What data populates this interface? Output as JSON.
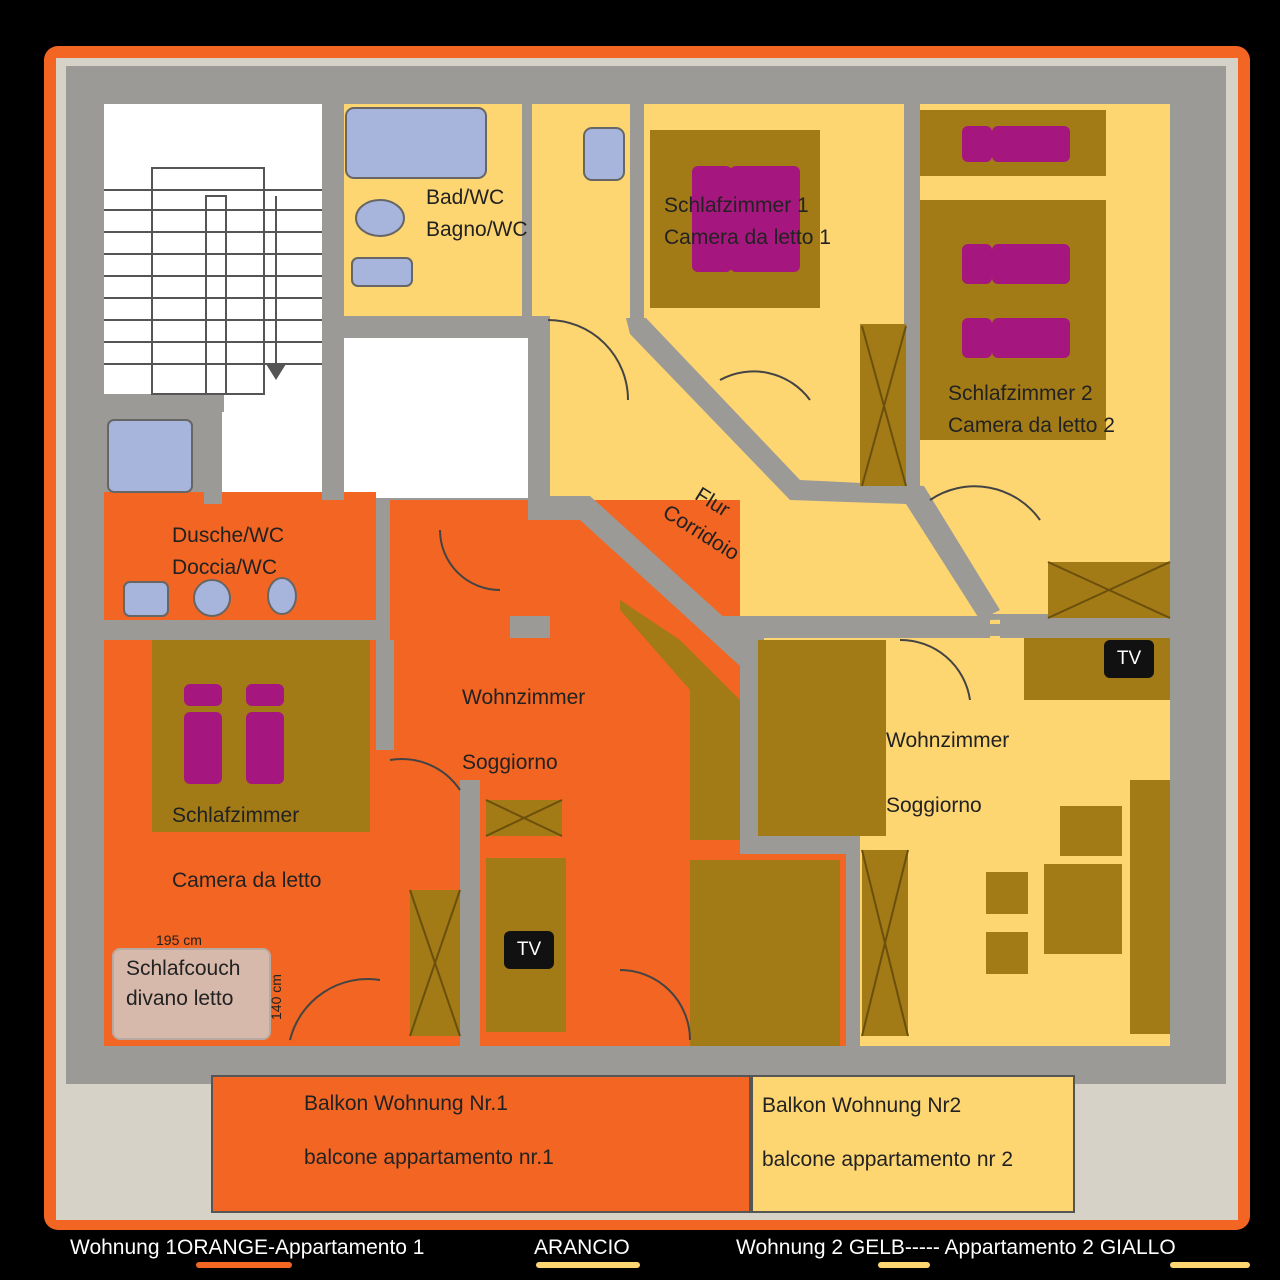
{
  "colors": {
    "wohnung1_orange": "#f26522",
    "wohnung2_yellow": "#fdd672",
    "furniture_brown": "#a27b16",
    "bed_magenta": "#a6167f",
    "bath_blue": "#a7b4dc",
    "wall_gray": "#9b9a96",
    "background": "#000000",
    "legend_orange_underline": "#f26522",
    "legend_yellow_underline": "#fdd672"
  },
  "rooms": {
    "bad": {
      "line1": "Bad/WC",
      "line2": "Bagno/WC"
    },
    "schlaf1": {
      "line1": "Schlafzimmer 1",
      "line2": "Camera da letto 1"
    },
    "schlaf2": {
      "line1": "Schlafzimmer 2",
      "line2": "Camera da letto 2"
    },
    "flur": {
      "line1": "Flur",
      "line2": "Corridoio"
    },
    "dusche": {
      "line1": "Dusche/WC",
      "line2": "Doccia/WC"
    },
    "wohn1": {
      "line1": "Wohnzimmer",
      "line2": "Soggiorno"
    },
    "wohn2": {
      "line1": "Wohnzimmer",
      "line2": "Soggiorno"
    },
    "schlaf3": {
      "line1": "Schlafzimmer",
      "line2": "Camera da letto"
    },
    "balkon1": {
      "line1": "Balkon Wohnung Nr.1",
      "line2": "balcone appartamento nr.1"
    },
    "balkon2": {
      "line1": "Balkon Wohnung Nr2",
      "line2": "balcone appartamento nr 2"
    }
  },
  "schlafcouch": {
    "line1": "Schlafcouch",
    "line2": "divano letto",
    "width": "195 cm",
    "height": "140 cm"
  },
  "tv_label": "TV",
  "legend": {
    "w1_prefix": "Wohnung 1",
    "w1_color": "ORANGE",
    "w1_suffix": "-Appartamento  1",
    "w1_italian": "ARANCIO",
    "w2_prefix": "Wohnung 2 ",
    "w2_color": "GELB",
    "w2_suffix": "----- Appartamento 2 ",
    "w2_italian": "GIALLO"
  }
}
